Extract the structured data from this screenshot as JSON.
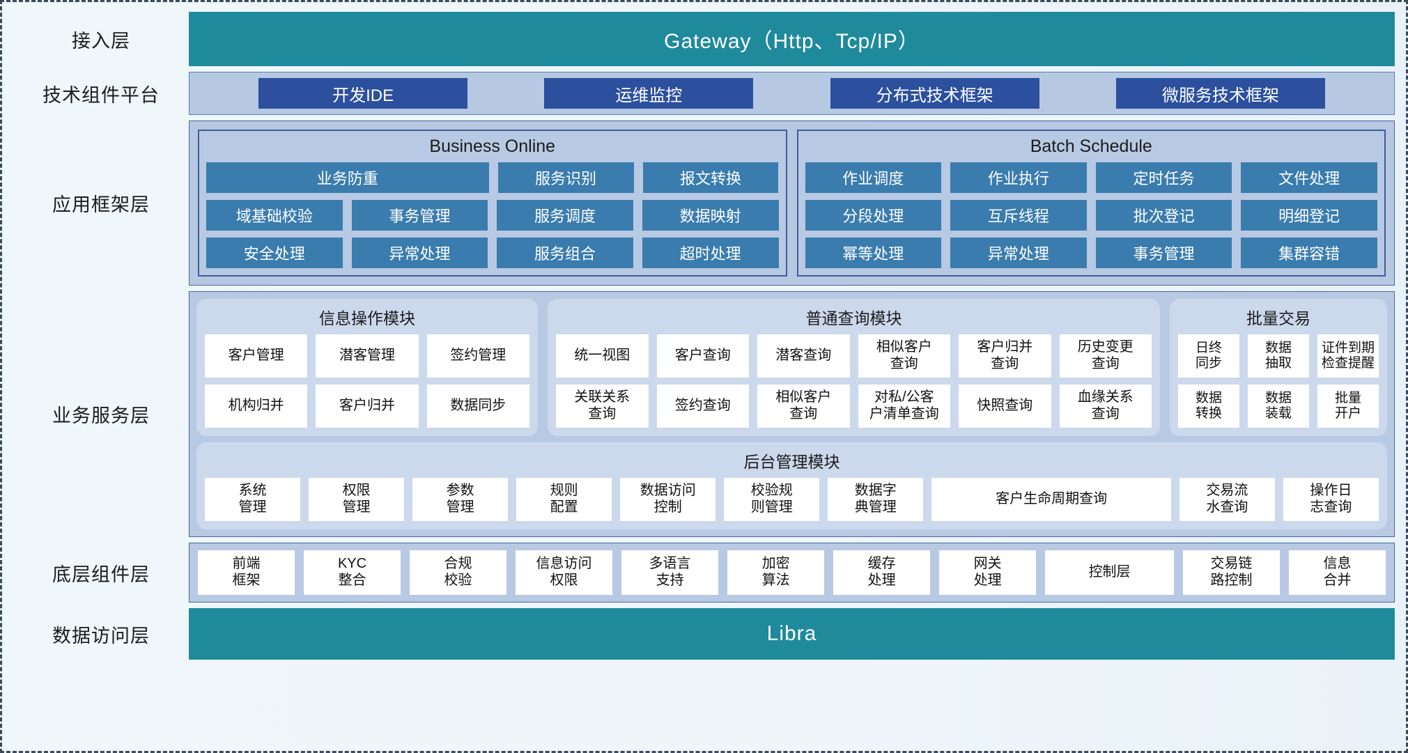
{
  "layers": {
    "access": {
      "label": "接入层",
      "bar": "Gateway（Http、Tcp/IP）"
    },
    "tech": {
      "label": "技术组件平台",
      "chips": [
        "开发IDE",
        "运维监控",
        "分布式技术框架",
        "微服务技术框架"
      ]
    },
    "appframework": {
      "label": "应用框架层",
      "groups": [
        {
          "title": "Business Online",
          "rows": [
            [
              "业务防重",
              "服务识别",
              "报文转换"
            ],
            [
              "域基础校验",
              "事务管理",
              "服务调度",
              "数据映射"
            ],
            [
              "安全处理",
              "异常处理",
              "服务组合",
              "超时处理"
            ]
          ]
        },
        {
          "title": "Batch Schedule",
          "rows": [
            [
              "作业调度",
              "作业执行",
              "定时任务",
              "文件处理"
            ],
            [
              "分段处理",
              "互斥线程",
              "批次登记",
              "明细登记"
            ],
            [
              "幂等处理",
              "异常处理",
              "事务管理",
              "集群容错"
            ]
          ]
        }
      ]
    },
    "service": {
      "label": "业务服务层",
      "groups": [
        {
          "title": "信息操作模块",
          "rows": [
            [
              "客户管理",
              "潜客管理",
              "签约管理"
            ],
            [
              "机构归并",
              "客户归并",
              "数据同步"
            ]
          ]
        },
        {
          "title": "普通查询模块",
          "rows": [
            [
              "统一视图",
              "客户查询",
              "潜客查询",
              "相似客户\n查询",
              "客户归并\n查询",
              "历史变更\n查询"
            ],
            [
              "关联关系\n查询",
              "签约查询",
              "相似客户\n查询",
              "对私/公客\n户清单查询",
              "快照查询",
              "血缘关系\n查询"
            ]
          ]
        },
        {
          "title": "批量交易",
          "rows": [
            [
              "日终\n同步",
              "数据\n抽取",
              "证件到期\n检查提醒"
            ],
            [
              "数据\n转换",
              "数据\n装载",
              "批量\n开户"
            ]
          ]
        }
      ],
      "admin": {
        "title": "后台管理模块",
        "items": [
          {
            "label": "系统\n管理",
            "wide": false
          },
          {
            "label": "权限\n管理",
            "wide": false
          },
          {
            "label": "参数\n管理",
            "wide": false
          },
          {
            "label": "规则\n配置",
            "wide": false
          },
          {
            "label": "数据访问\n控制",
            "wide": false
          },
          {
            "label": "校验规\n则管理",
            "wide": false
          },
          {
            "label": "数据字\n典管理",
            "wide": false
          },
          {
            "label": "客户生命周期查询",
            "wide": true
          },
          {
            "label": "交易流\n水查询",
            "wide": false
          },
          {
            "label": "操作日\n志查询",
            "wide": false
          }
        ]
      }
    },
    "base": {
      "label": "底层组件层",
      "items": [
        {
          "label": "前端\n框架",
          "wide": false
        },
        {
          "label": "KYC\n整合",
          "wide": false
        },
        {
          "label": "合规\n校验",
          "wide": false
        },
        {
          "label": "信息访问\n权限",
          "wide": false
        },
        {
          "label": "多语言\n支持",
          "wide": false
        },
        {
          "label": "加密\n算法",
          "wide": false
        },
        {
          "label": "缓存\n处理",
          "wide": false
        },
        {
          "label": "网关\n处理",
          "wide": false
        },
        {
          "label": "控制层",
          "wide": true
        },
        {
          "label": "交易链\n路控制",
          "wide": false
        },
        {
          "label": "信息\n合并",
          "wide": false
        }
      ]
    },
    "data": {
      "label": "数据访问层",
      "bar": "Libra"
    }
  },
  "colors": {
    "teal": "#1f8a9c",
    "panel_blue": "#b8c9e3",
    "chip_navy": "#2c4f9e",
    "cell_blue": "#3a7cae",
    "group_light": "#ccd8ec",
    "card_white": "#ffffff",
    "border_blue": "#46669b",
    "background": "#eff7fb"
  }
}
